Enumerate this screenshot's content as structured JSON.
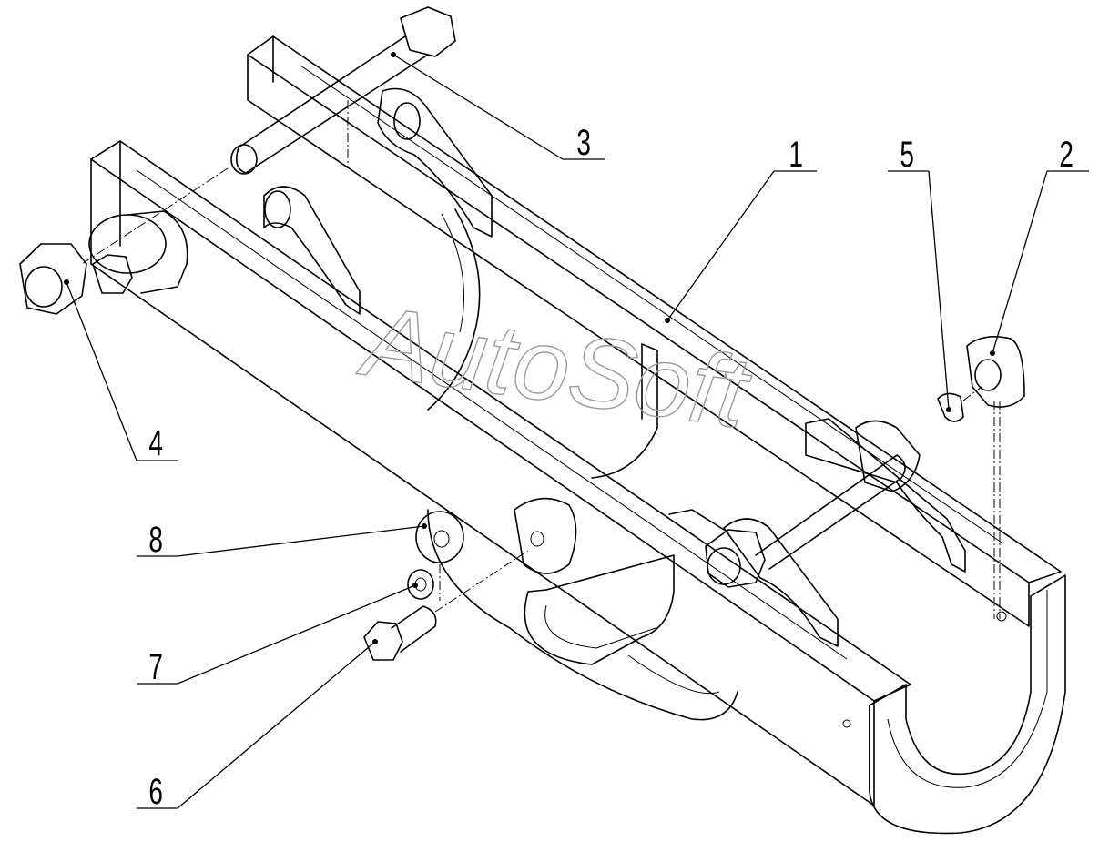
{
  "watermark": {
    "text": "AutoSoft",
    "color": "#9a9a9a"
  },
  "callouts": [
    {
      "id": "1",
      "label": "1"
    },
    {
      "id": "2",
      "label": "2"
    },
    {
      "id": "3",
      "label": "3"
    },
    {
      "id": "4",
      "label": "4"
    },
    {
      "id": "5",
      "label": "5"
    },
    {
      "id": "6",
      "label": "6"
    },
    {
      "id": "7",
      "label": "7"
    },
    {
      "id": "8",
      "label": "8"
    }
  ],
  "colors": {
    "line": "#000000",
    "background": "#ffffff"
  }
}
